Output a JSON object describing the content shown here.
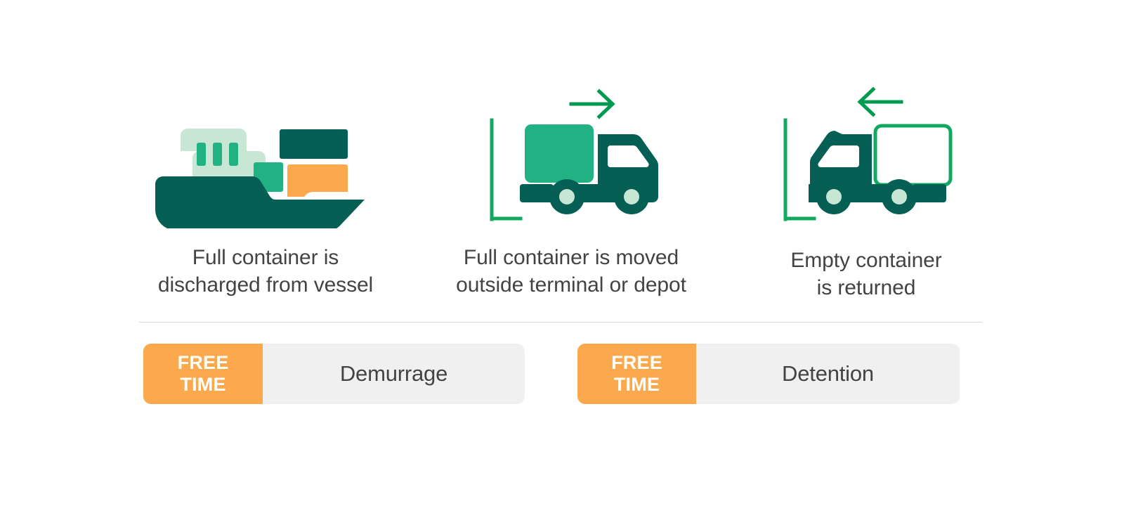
{
  "stages": [
    {
      "id": "discharge",
      "icon": "container-ship-icon",
      "caption": "Full container is\ndischarged from vessel"
    },
    {
      "id": "moved-out",
      "icon": "truck-full-container-right-icon",
      "caption": "Full container is moved\noutside terminal or depot"
    },
    {
      "id": "returned",
      "icon": "truck-empty-container-left-icon",
      "caption": "Empty container\nis returned"
    }
  ],
  "bars": [
    {
      "id": "demurrage",
      "free_label": "FREE\nTIME",
      "label": "Demurrage"
    },
    {
      "id": "detention",
      "free_label": "FREE\nTIME",
      "label": "Detention"
    }
  ],
  "colors": {
    "dark_teal": "#065f55",
    "green": "#21b183",
    "pale_green": "#c8e6d4",
    "orange": "#fba94c",
    "arrow_green": "#009a51",
    "text": "#434343",
    "bar_track": "#f0f0f0",
    "divider": "#d9d9d9",
    "white": "#ffffff"
  }
}
